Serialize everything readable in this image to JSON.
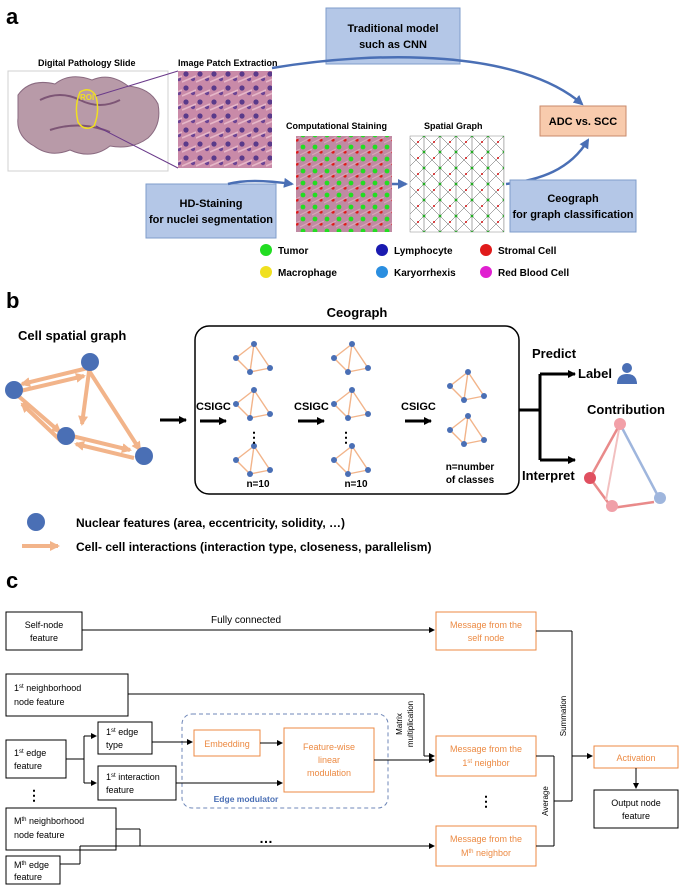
{
  "panel_a": {
    "letter": "a",
    "slide_title": "Digital Pathology Slide",
    "roi": "ROI",
    "patch_title": "Image Patch Extraction",
    "traditional": [
      "Traditional model",
      "such as CNN"
    ],
    "output": "ADC vs. SCC",
    "staining_title": "Computational Staining",
    "graph_title": "Spatial Graph",
    "hd_staining": [
      "HD-Staining",
      "for nuclei segmentation"
    ],
    "ceograph": [
      "Ceograph",
      "for graph classification"
    ],
    "legend": [
      {
        "label": "Tumor",
        "color": "#22dd22"
      },
      {
        "label": "Lymphocyte",
        "color": "#1a1ab0"
      },
      {
        "label": "Stromal Cell",
        "color": "#e01a1a"
      },
      {
        "label": "Macrophage",
        "color": "#f0e020"
      },
      {
        "label": "Karyorrhexis",
        "color": "#2a8ee0"
      },
      {
        "label": "Red Blood Cell",
        "color": "#e020d0"
      }
    ]
  },
  "panel_b": {
    "letter": "b",
    "graph_title": "Cell spatial graph",
    "ceograph": "Ceograph",
    "csigc": [
      "CSIGC",
      "CSIGC",
      "CSIGC"
    ],
    "n1": "n=10",
    "n2": "n=10",
    "n3": [
      "n=number",
      "of classes"
    ],
    "predict": "Predict",
    "label": "Label",
    "interpret": "Interpret",
    "contribution": "Contribution",
    "legend_nodes": "Nuclear features (area, eccentricity, solidity, …)",
    "legend_edges": "Cell- cell interactions (interaction type, closeness, parallelism)",
    "colors": {
      "node": "#4a6fb5",
      "edge": "#f2b48a"
    }
  },
  "panel_c": {
    "letter": "c",
    "self_node": [
      "Self-node",
      "feature"
    ],
    "fully_connected": "Fully connected",
    "msg_self": [
      "Message from the",
      "self node"
    ],
    "neigh1_sup": "st",
    "neigh1": [
      "neighborhood",
      "node feature"
    ],
    "edge1_sup": "st",
    "edge1": [
      "edge",
      "feature"
    ],
    "edge_type_sup": "st",
    "edge_type": [
      "edge",
      "type"
    ],
    "interaction_sup": "st",
    "interaction": [
      "interaction",
      "feature"
    ],
    "embedding": "Embedding",
    "film": [
      "Feature-wise",
      "linear",
      "modulation"
    ],
    "edge_modulator": "Edge modulator",
    "matrix_mult": [
      "Matrix",
      "multiplication"
    ],
    "msg_neighbor1": [
      "Message from the",
      "neighbor"
    ],
    "msg_neighbor1_sup": "st",
    "average": "Average",
    "summation": "Summation",
    "activation": "Activation",
    "output": [
      "Output node",
      "feature"
    ],
    "m_label": "M",
    "m_sup": "th",
    "m_neigh": [
      "neighborhood",
      "node feature"
    ],
    "m_edge": [
      "edge",
      "feature"
    ],
    "msg_neighbor_m": [
      "Message from the",
      "neighbor"
    ],
    "dots_v": "⋮",
    "dots_h": "…",
    "colors": {
      "orange": "#ec8a43",
      "blue": "#4a6fb5"
    }
  }
}
